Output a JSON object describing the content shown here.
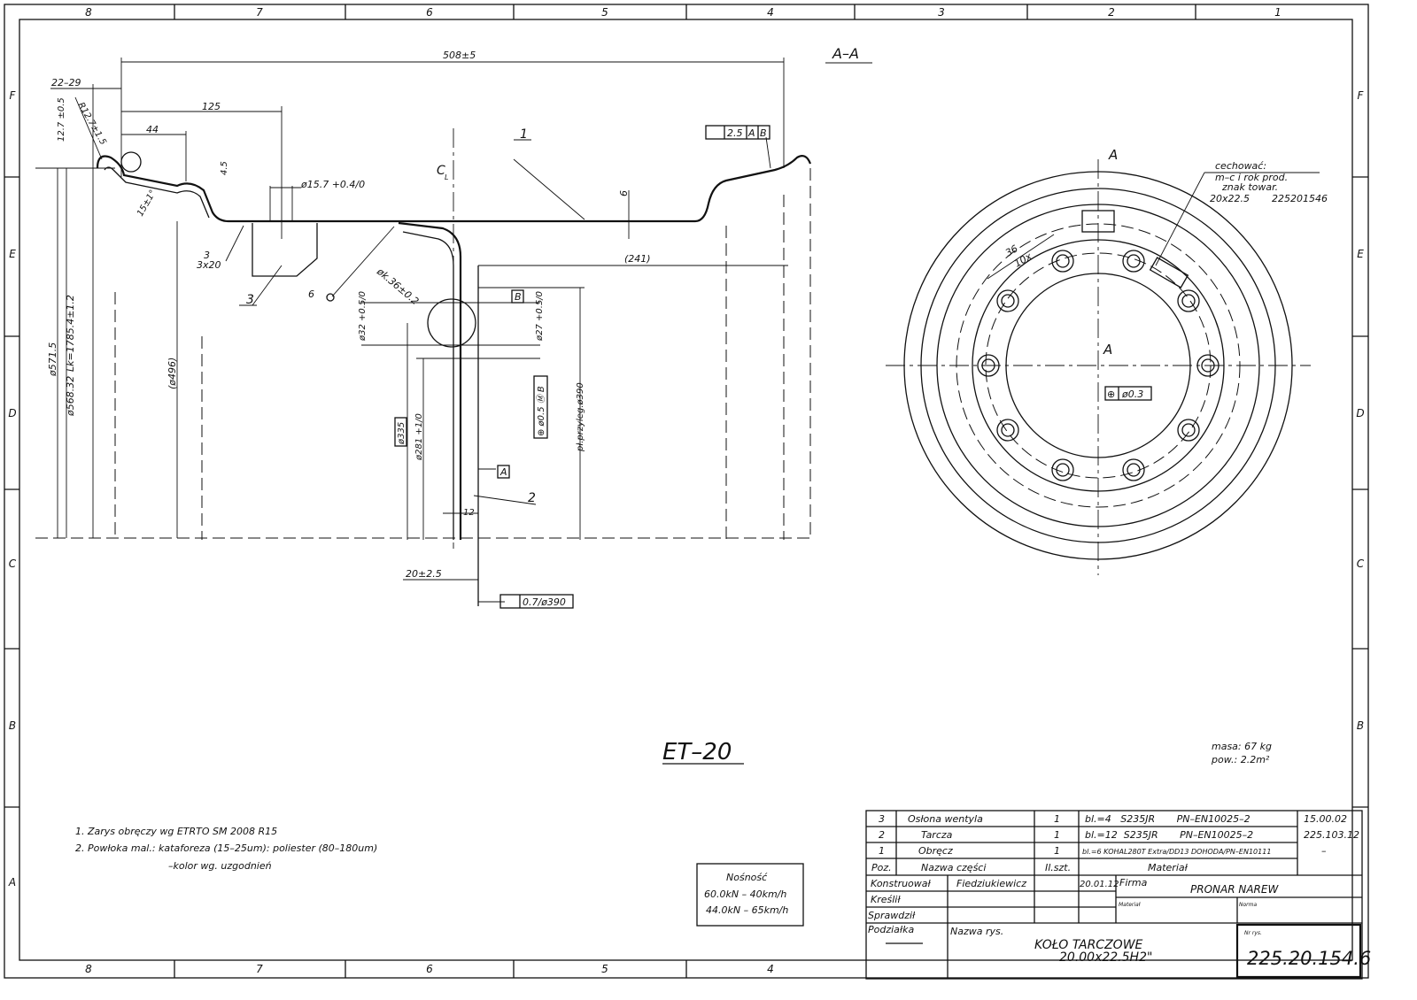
{
  "frame": {
    "columns": [
      "8",
      "7",
      "6",
      "5",
      "4",
      "3",
      "2",
      "1"
    ],
    "rows": [
      "F",
      "E",
      "D",
      "C",
      "B",
      "A"
    ]
  },
  "section_label": "A–A",
  "view_label_a": "A",
  "dimensions": {
    "overall_width": "508±5",
    "d22_29": "22–29",
    "d125": "125",
    "d44": "44",
    "d12_7": "12.7 ±0.5",
    "r12_7": "R12.7±1.5",
    "angle": "15±1°",
    "d4_5": "4.5",
    "hole15": "ø15.7 +0.4/0",
    "d6": "6",
    "d241": "(241)",
    "weld3": "3",
    "weld3x20": "3x20",
    "d496": "(ø496)",
    "d571": "ø571.5",
    "d568": "ø568.32",
    "lk": "Lk=1785.4±1.2",
    "pk": "øk.36±0.2",
    "weld6": "6",
    "d32": "ø32 +0.5/0",
    "d27": "ø27 +0.5/0",
    "d335": "ø335",
    "d281": "ø281 +1/0",
    "pos05": "⊕ ø0.5 Ⓜ B",
    "plane390": "pł.przyleg.ø390",
    "d12": "12",
    "d20": "20±2.5",
    "flatness": "0.7/ø390",
    "runout": "2.5",
    "ref_a": "A",
    "ref_b": "B",
    "cl": "C",
    "cl_sub": "L"
  },
  "part_labels": [
    "1",
    "2",
    "3"
  ],
  "front_view": {
    "stamp_title": "cechować:",
    "stamp_lines": [
      "m–c i rok prod.",
      "znak towar."
    ],
    "stamp_size": "20x22.5",
    "stamp_code": "225201546",
    "d36": "36",
    "holes": "10x",
    "position_tol": "ø0.3"
  },
  "et_label": "ET–20",
  "mass": "masa: 67 kg",
  "surface": "pow.: 2.2m²",
  "notes": [
    "1. Zarys obręczy wg ETRTO SM 2008 R15",
    "2. Powłoka mal.: kataforeza (15–25um): poliester (80–180um)",
    "–kolor wg. uzgodnień"
  ],
  "load": {
    "title": "Nośność",
    "lines": [
      "60.0kN  –  40km/h",
      "44.0kN  –  65km/h"
    ]
  },
  "parts_list": {
    "rows": [
      {
        "pos": "3",
        "name": "Osłona wentyla",
        "qty": "1",
        "material": "bl.=4   S235JR       PN–EN10025–2",
        "ref": "15.00.02"
      },
      {
        "pos": "2",
        "name": "Tarcza",
        "qty": "1",
        "material": "bl.=12  S235JR       PN–EN10025–2",
        "ref": "225.103.12"
      },
      {
        "pos": "1",
        "name": "Obręcz",
        "qty": "1",
        "material": "bl.=6  KOHAL280T Extra/DD13 DOHODA/PN–EN10111",
        "ref": "–"
      }
    ],
    "header": {
      "pos": "Poz.",
      "name": "Nazwa części",
      "qty": "Il.szt.",
      "material": "Materiał"
    }
  },
  "title_block": {
    "designed_label": "Konstruował",
    "designer": "Fiedziukiewicz",
    "date": "20.01.12",
    "drawn_label": "Kreślił",
    "checked_label": "Sprawdził",
    "company_label": "Firma",
    "company": "PRONAR NAREW",
    "material_label": "Materiał",
    "norm_label": "Norma",
    "scale_label": "Podziałka",
    "name_label": "Nazwa rys.",
    "drawing_name_1": "KOŁO TARCZOWE",
    "drawing_name_2": "20.00x22.5H2\"",
    "number_label": "Nr rys.",
    "number": "225.20.154.6"
  }
}
